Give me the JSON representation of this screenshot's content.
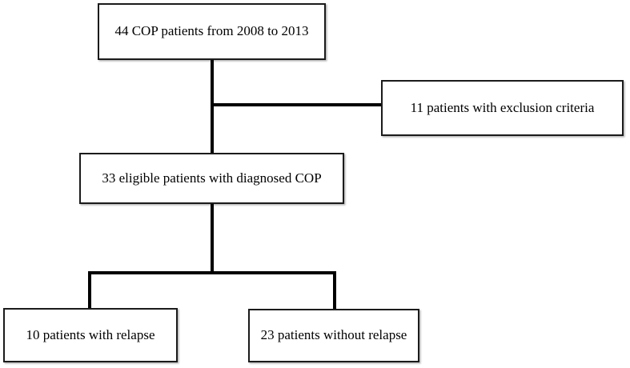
{
  "flowchart": {
    "nodes": [
      {
        "id": "cohort",
        "label": "44 COP patients from 2008 to 2013"
      },
      {
        "id": "excluded",
        "label": "11 patients with exclusion criteria"
      },
      {
        "id": "eligible",
        "label": "33 eligible patients with diagnosed COP"
      },
      {
        "id": "relapse",
        "label": "10 patients with relapse"
      },
      {
        "id": "no_relapse",
        "label": "23 patients without relapse"
      }
    ],
    "edges": [
      {
        "from": "cohort",
        "to": "eligible"
      },
      {
        "from": "cohort",
        "to": "excluded"
      },
      {
        "from": "eligible",
        "to": "relapse"
      },
      {
        "from": "eligible",
        "to": "no_relapse"
      }
    ],
    "colors": {
      "background": "#ffffff",
      "box_border": "#1b1b1b",
      "line": "#000000",
      "text": "#000000"
    }
  }
}
